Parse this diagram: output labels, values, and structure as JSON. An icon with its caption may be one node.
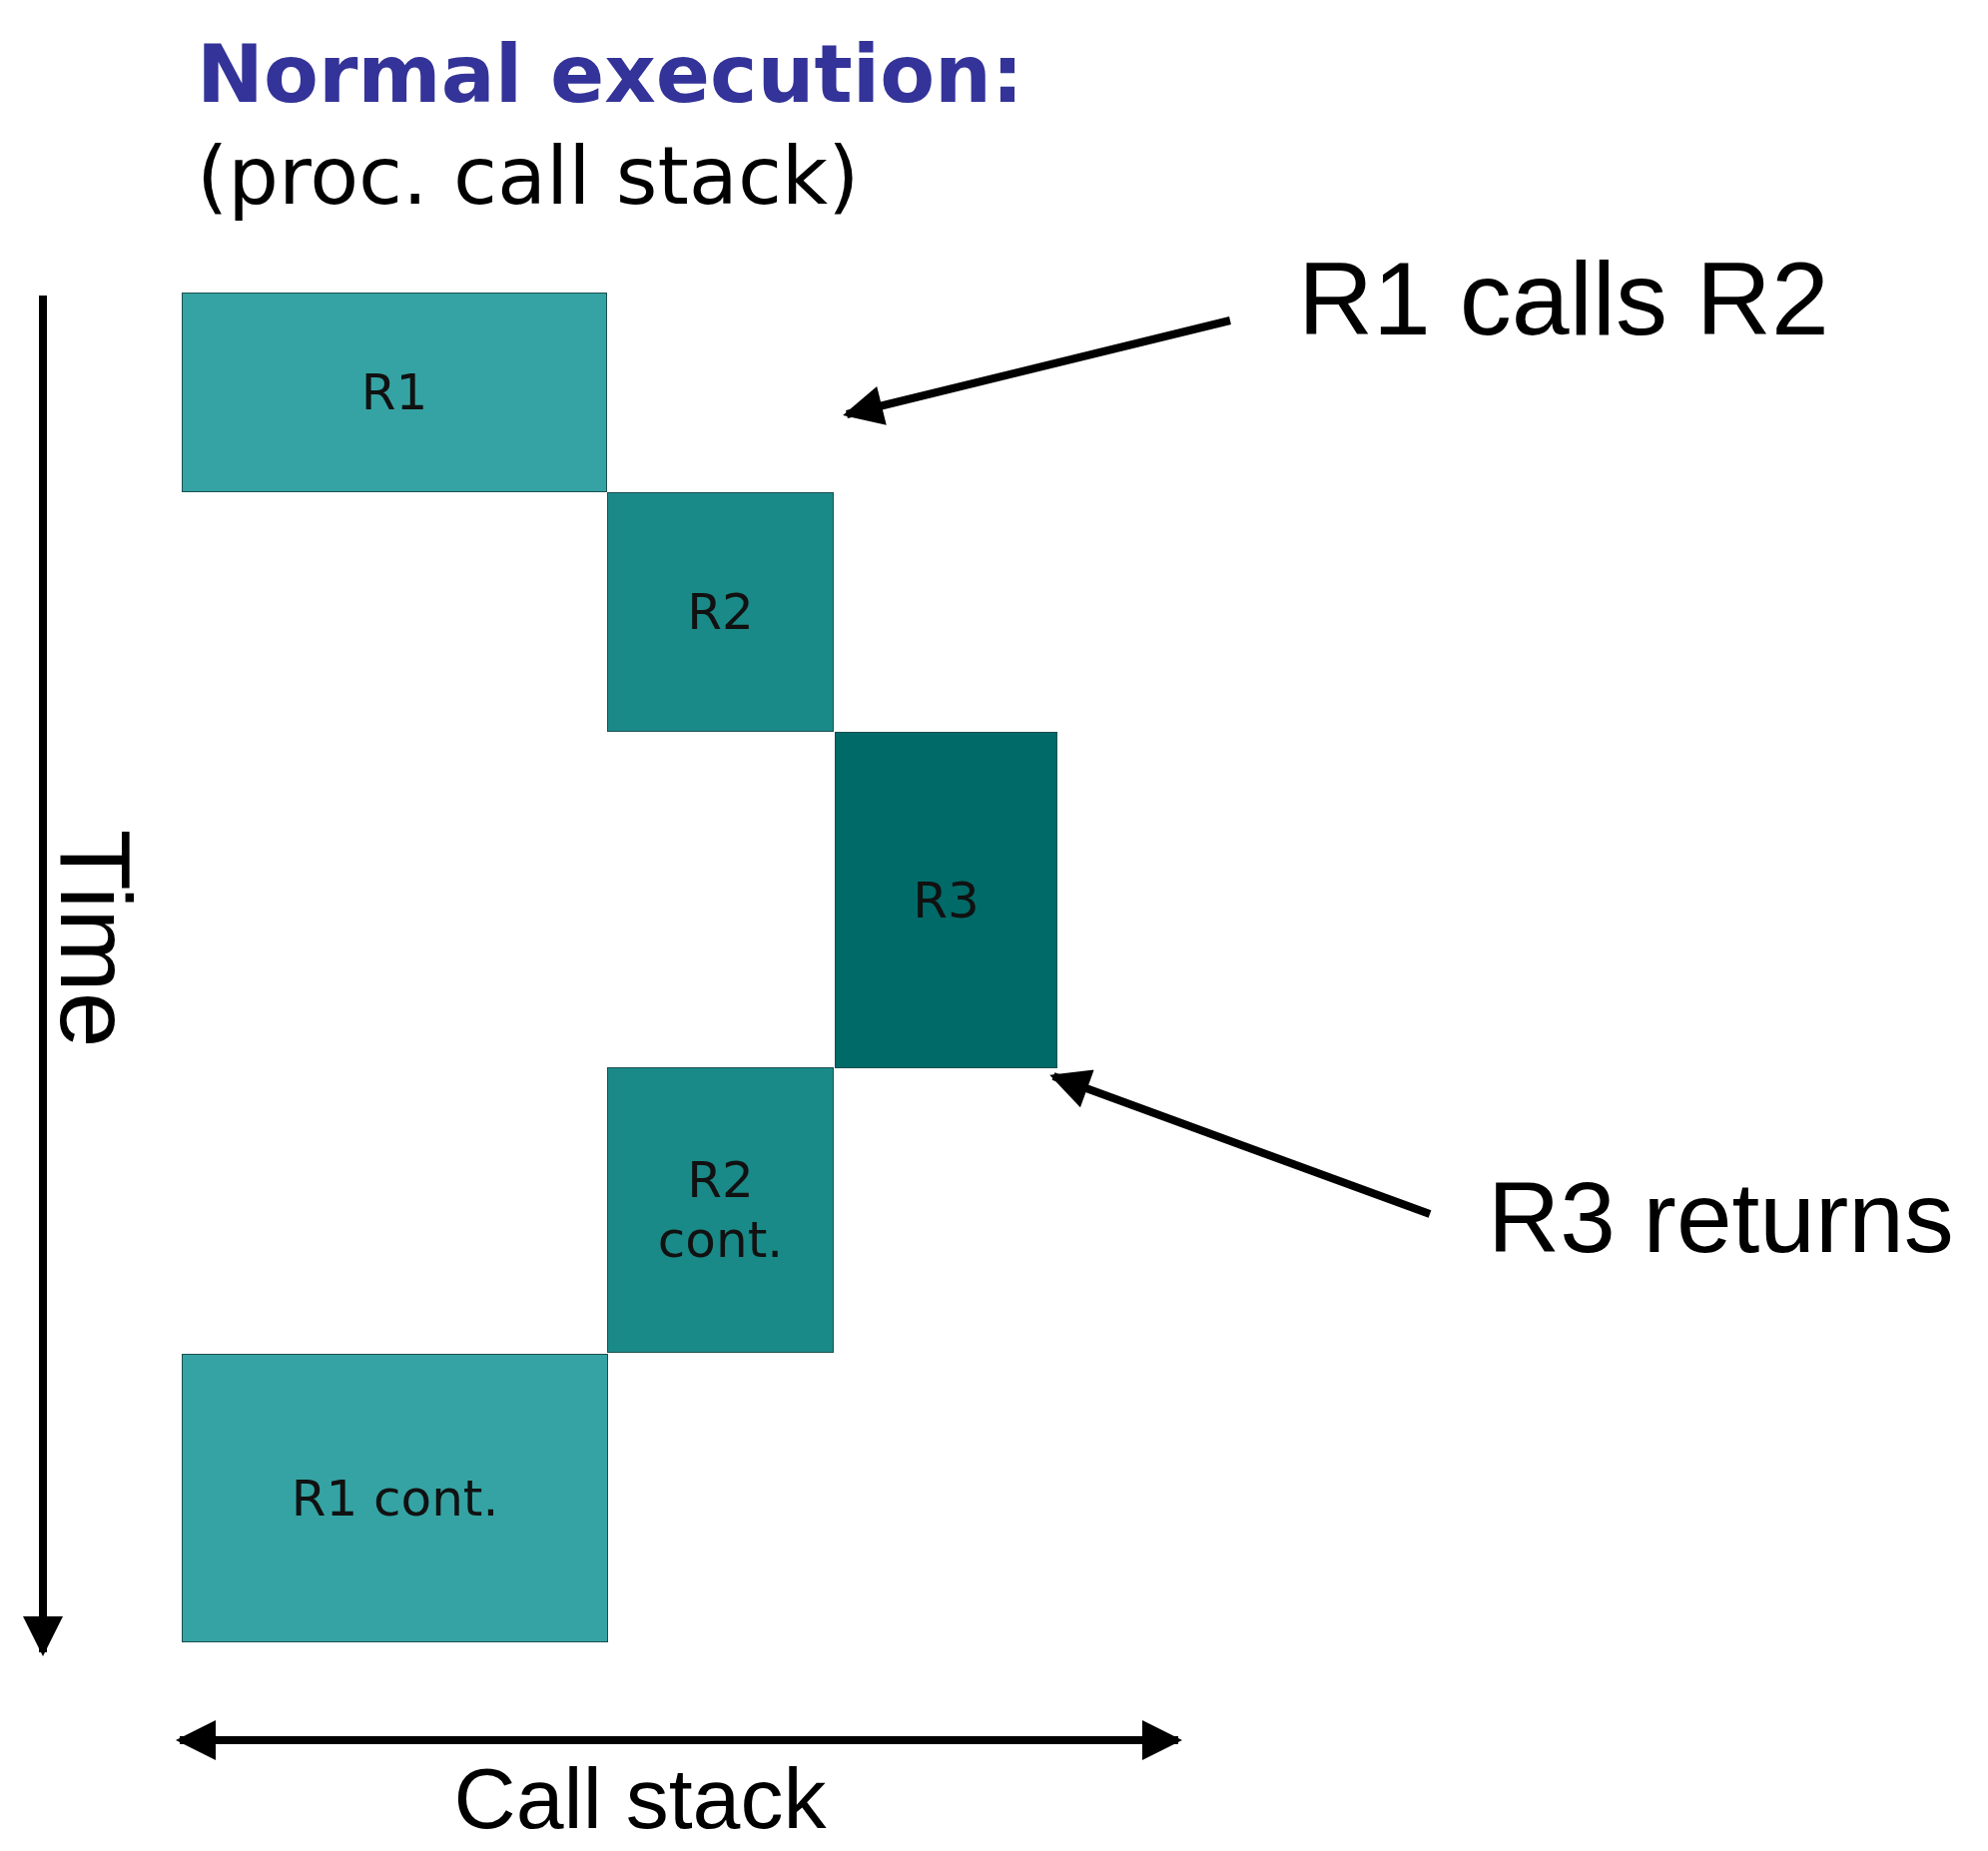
{
  "diagram": {
    "title": "Normal execution:",
    "nodes": [
      {
        "text": [
          "R1"
        ]
      },
      {
        "text": [
          "R2"
        ]
      },
      {
        "text": [
          "R3"
        ]
      },
      {
        "text": [
          "R2 cont."
        ]
      },
      {
        "text": [
          "R1 cont."
        ]
      },
      {
        "text": [
          "R1 calls R2"
        ]
      },
      {
        "text": [
          "R3 returns"
        ]
      }
    ],
    "edges": [
      {
        "from": 5,
        "to": null,
        "arrow": "to"
      },
      {
        "from": 6,
        "to": 2,
        "arrow": "to"
      }
    ],
    "labels": [
      "(proc. call stack)",
      "Time",
      "Call stack"
    ]
  }
}
